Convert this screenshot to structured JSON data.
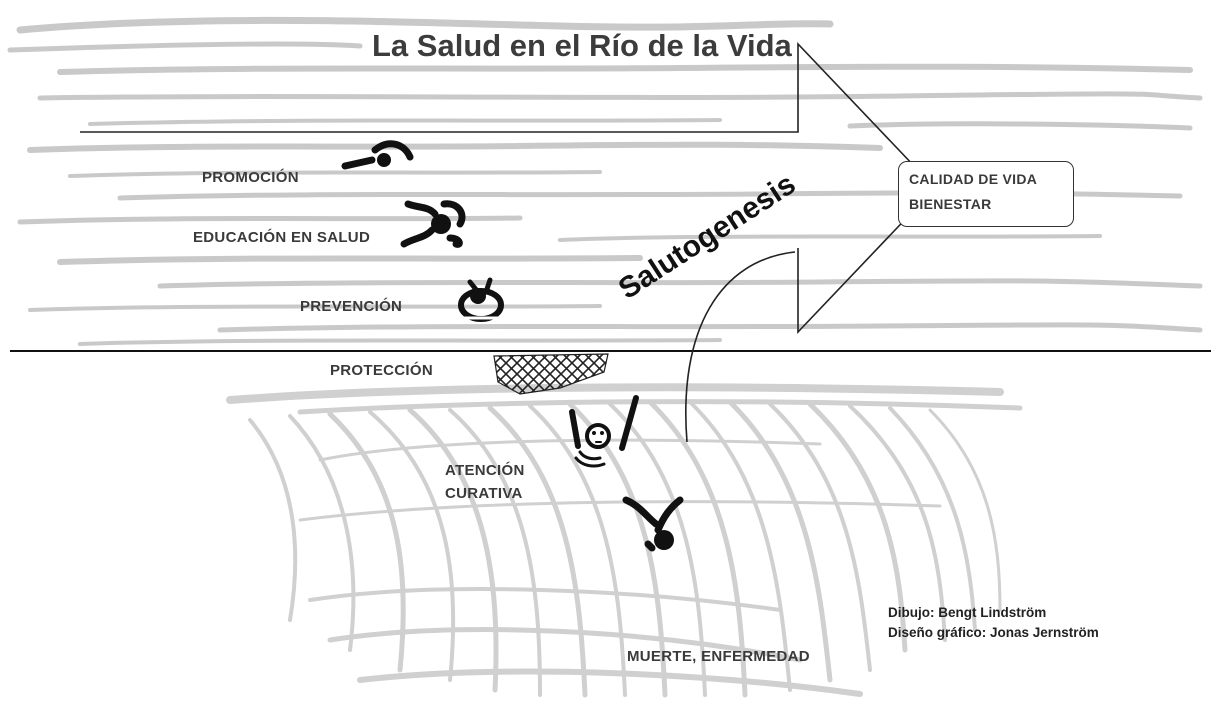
{
  "title": "La Salud en el Río de la Vida",
  "arrow_label": "Salutogenesis",
  "goal": {
    "line1": "CALIDAD DE VIDA",
    "line2": "BIENESTAR"
  },
  "stages": {
    "promocion": "PROMOCIÓN",
    "educacion": "EDUCACIÓN EN SALUD",
    "prevencion": "PREVENCIÓN",
    "proteccion": "PROTECCIÓN",
    "atencion_1": "ATENCIÓN",
    "atencion_2": "CURATIVA",
    "muerte": "MUERTE, ENFERMEDAD"
  },
  "credits": {
    "drawing": "Dibujo: Bengt Lindström",
    "design": "Diseño gráfico: Jonas Jernström"
  },
  "icons": [
    "swimmer-icon",
    "net-icon",
    "drowning-person-icon",
    "falling-person-icon"
  ]
}
